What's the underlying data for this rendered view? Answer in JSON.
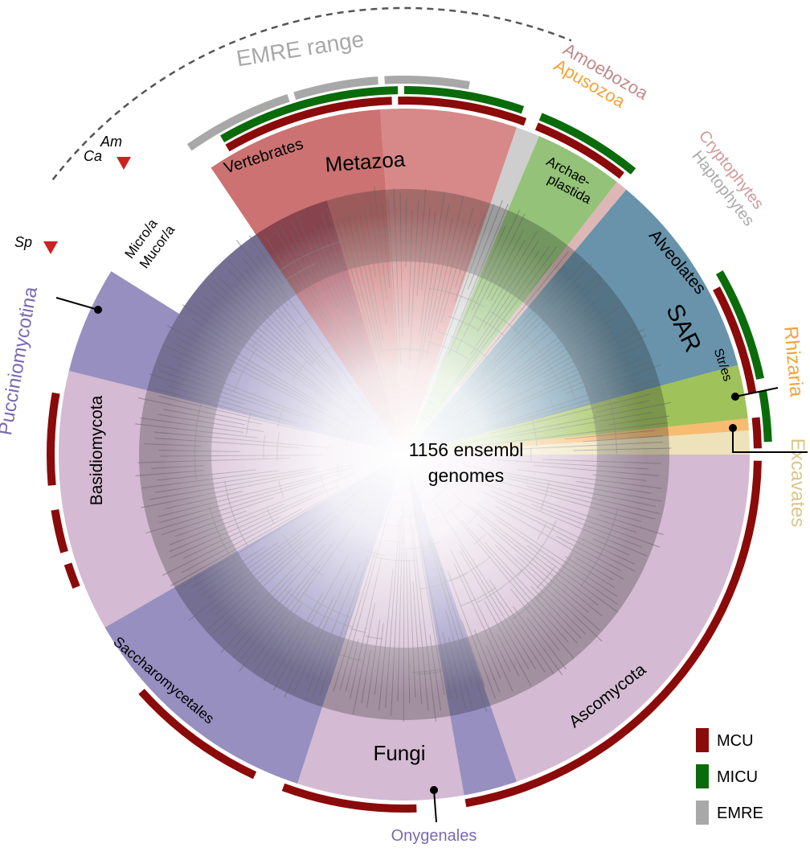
{
  "center_text": {
    "line1": "1156 ensembl",
    "line2": "genomes"
  },
  "range_label": "EMRE range",
  "groups": {
    "amoebozoa": "Amoebozoa",
    "apusozoa": "Apusozoa",
    "cryptophytes": "Cryptophytes",
    "haptophytes": "Haptophytes",
    "rhizaria": "Rhizaria",
    "excavates": "Excavates",
    "pucciniomycotina": "Pucciniomycotina",
    "onygenales": "Onygenales"
  },
  "clades": {
    "metazoa": "Metazoa",
    "vertebrates": "Vertebrates",
    "archaeplastida_1": "Archae-",
    "archaeplastida_2": "plastida",
    "alveolates": "Alveolates",
    "sar": "SAR",
    "strles": "Str/es",
    "micro": "Micro/a",
    "mucor": "Mucor/a",
    "basidiomycota": "Basidiomycota",
    "saccharomycetales": "Saccharomycetales",
    "fungi": "Fungi",
    "ascomycota": "Ascomycota"
  },
  "markers": {
    "am": "Am",
    "ca": "Ca",
    "sp": "Sp"
  },
  "legend": [
    {
      "label": "MCU",
      "color": "#8b0a0a"
    },
    {
      "label": "MICU",
      "color": "#0a6b0a"
    },
    {
      "label": "EMRE",
      "color": "#a8a8a8"
    }
  ],
  "colors": {
    "mcu": "#8b0a0a",
    "micu": "#0a6b0a",
    "emre": "#a8a8a8",
    "metazoa": "#c85a5a",
    "vertebrates": "#b83c3c",
    "archaeplastida": "#6aaa44",
    "alveolates": "#2e6a8a",
    "strles": "#7aaa1a",
    "rhizaria": "#f4a23a",
    "excavates": "#e8d7a0",
    "fungi_light": "#c4a0c0",
    "fungi_dark": "#6e64a8",
    "amoebozoa": "#c08a8a",
    "apusozoa": "#f4a23a",
    "cryptophytes": "#d09a9a",
    "haptophytes": "#aaaaaa",
    "pucciniomycotina": "#7a6ab0",
    "onygenales": "#7a6ab0"
  }
}
